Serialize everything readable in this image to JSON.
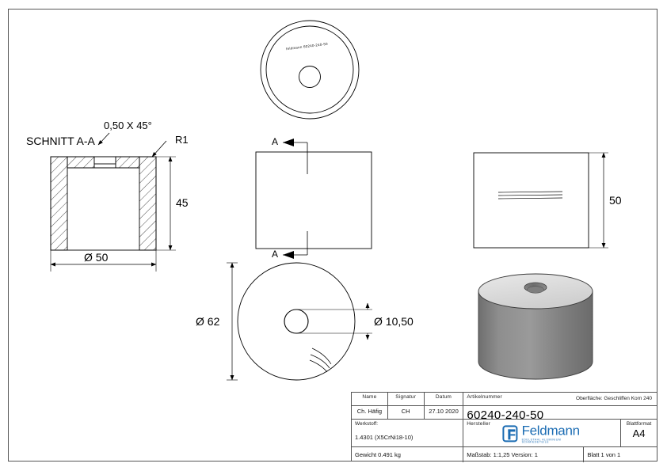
{
  "sheet": {
    "format": "A4",
    "background": "#ffffff",
    "line_color": "#000000",
    "frame_color": "#555555"
  },
  "views": {
    "section_view": {
      "label": "SCHNITT A-A",
      "chamfer_note": "0,50 X 45°",
      "radius_note": "R1",
      "height_dim": "45",
      "bore_dim": "Ø 50"
    },
    "front_view": {
      "section_letter_top": "A",
      "section_letter_bottom": "A"
    },
    "side_view": {
      "height_dim": "50"
    },
    "bottom_view": {
      "outer_dim": "Ø 62",
      "bore_dim": "Ø 10,50"
    },
    "top_view": {
      "engraved_text": "feldmann 60240-240-50"
    },
    "iso_view": {
      "body_color": "#808080",
      "top_face_color": "#dcdcdc"
    }
  },
  "titleblock": {
    "headers": {
      "name": "Name",
      "signatur": "Signatur",
      "datum": "Datum",
      "artikelnummer": "Artikelnummer",
      "werkstoff": "Werkstoff:",
      "hersteller": "Hersteller",
      "blattformat": "Blattformat"
    },
    "values": {
      "name": "Ch. Häfig",
      "signatur": "CH",
      "datum": "27.10 2020",
      "artikelnummer": "60240-240-50",
      "oberflaeche": "Oberfläche:  Geschliffen Korn 240",
      "werkstoff": "1.4301 (X5CrNi18-10)",
      "blattformat": "A4",
      "gewicht": "Gewicht 0.491 kg",
      "massstab": "Maßstab: 1:1,25    Version: 1",
      "blatt": "Blatt 1 von 1"
    },
    "logo": {
      "name": "Feldmann",
      "tagline": "EDELSTAHL  ALUMINIUM  SCHMIEDETEILE",
      "color": "#1b6cb3"
    }
  }
}
